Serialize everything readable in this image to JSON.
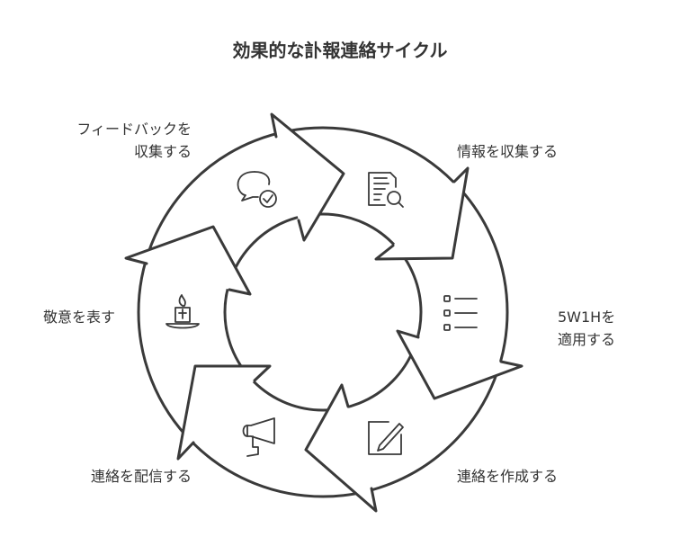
{
  "title": "効果的な訃報連絡サイクル",
  "steps": [
    {
      "label_line1": "フィードバックを",
      "label_line2": "収集する",
      "icon": "chat-check-icon"
    },
    {
      "label_line1": "情報を収集する",
      "icon": "document-search-icon"
    },
    {
      "label_line1": "5W1Hを",
      "label_line2": "適用する",
      "icon": "checklist-icon"
    },
    {
      "label_line1": "連絡を作成する",
      "icon": "edit-pencil-icon"
    },
    {
      "label_line1": "連絡を配信する",
      "icon": "megaphone-icon"
    },
    {
      "label_line1": "敬意を表す",
      "icon": "candle-icon"
    }
  ],
  "colors": {
    "stroke": "#3a3a3a",
    "text": "#333333",
    "background": "#ffffff"
  }
}
